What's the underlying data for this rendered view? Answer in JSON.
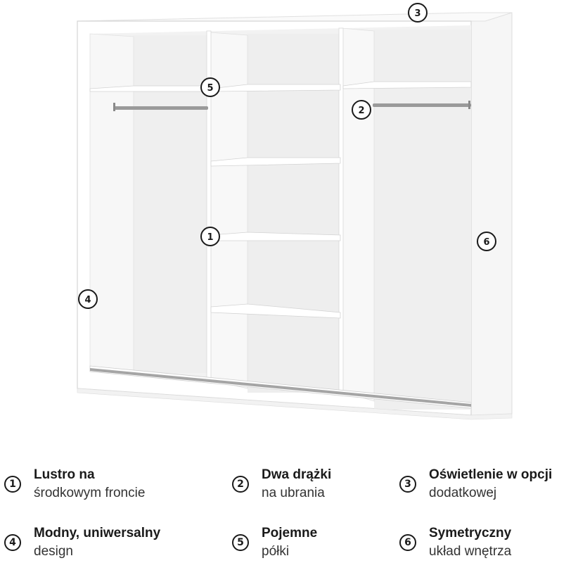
{
  "markers": [
    {
      "id": "1",
      "label": "1"
    },
    {
      "id": "2",
      "label": "2"
    },
    {
      "id": "3",
      "label": "3"
    },
    {
      "id": "4",
      "label": "4"
    },
    {
      "id": "5",
      "label": "5"
    },
    {
      "id": "6",
      "label": "6"
    }
  ],
  "legend": [
    {
      "num": "1",
      "title": "Lustro na",
      "subtitle": "środkowym froncie"
    },
    {
      "num": "2",
      "title": "Dwa drążki",
      "subtitle": "na ubrania"
    },
    {
      "num": "3",
      "title": "Oświetlenie w opcji",
      "subtitle": "dodatkowej"
    },
    {
      "num": "4",
      "title": "Modny, uniwersalny",
      "subtitle": "design"
    },
    {
      "num": "5",
      "title": "Pojemne",
      "subtitle": "półki"
    },
    {
      "num": "6",
      "title": "Symetryczny",
      "subtitle": "układ wnętrza"
    }
  ],
  "colors": {
    "cabinet": "#ffffff",
    "interior": "#f3f3f3",
    "edge": "#d9d9d9",
    "rail": "#9a9a9a",
    "text": "#1a1a1a"
  }
}
